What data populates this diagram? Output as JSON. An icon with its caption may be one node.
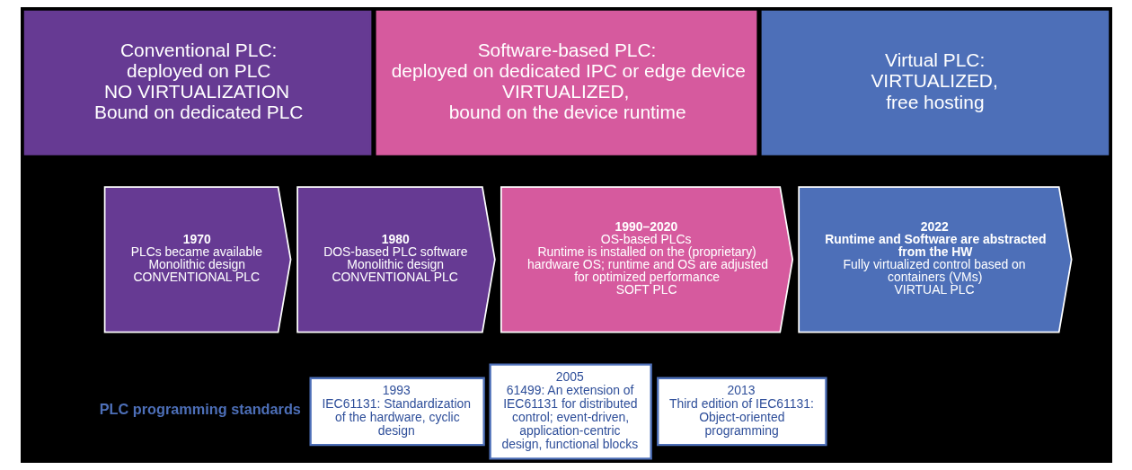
{
  "diagram": {
    "nodes": [
      {
        "text": [
          "Conventional PLC:",
          "deployed on PLC",
          "NO VIRTUALIZATION",
          "Bound on dedicated PLC"
        ]
      },
      {
        "text": [
          "Software-based PLC:",
          "deployed on dedicated IPC or edge device",
          "VIRTUALIZED,",
          "bound on the device runtime"
        ]
      },
      {
        "text": [
          "Virtual PLC:",
          "VIRTUALIZED,",
          "free hosting"
        ]
      },
      {
        "text": [
          "1970",
          "PLCs became available",
          "Monolithic design",
          "CONVENTIONAL PLC"
        ]
      },
      {
        "text": [
          "1980",
          "DOS-based PLC software",
          "Monolithic design",
          "CONVENTIONAL PLC"
        ]
      },
      {
        "text": [
          "1990–2020",
          "OS-based PLCs",
          "Runtime is installed on the (proprietary) hardware OS; runtime and OS are adjusted for optimized performance",
          "SOFT PLC"
        ]
      },
      {
        "text": [
          "2022",
          "Runtime and Software are abstracted from the HW",
          "Fully virtualized control based on containers (VMs)",
          "VIRTUAL PLC"
        ]
      },
      {
        "text": [
          "1993",
          "IEC61131: Standardization of the hardware, cyclic design"
        ]
      },
      {
        "text": [
          "2005",
          "61499: An extension of IEC61131 for distributed control; event-driven, application-centric design, functional blocks"
        ]
      },
      {
        "text": [
          "2013",
          "Third edition of IEC61131: Object-oriented programming"
        ]
      }
    ],
    "labels": [
      "PLC programming standards"
    ]
  }
}
